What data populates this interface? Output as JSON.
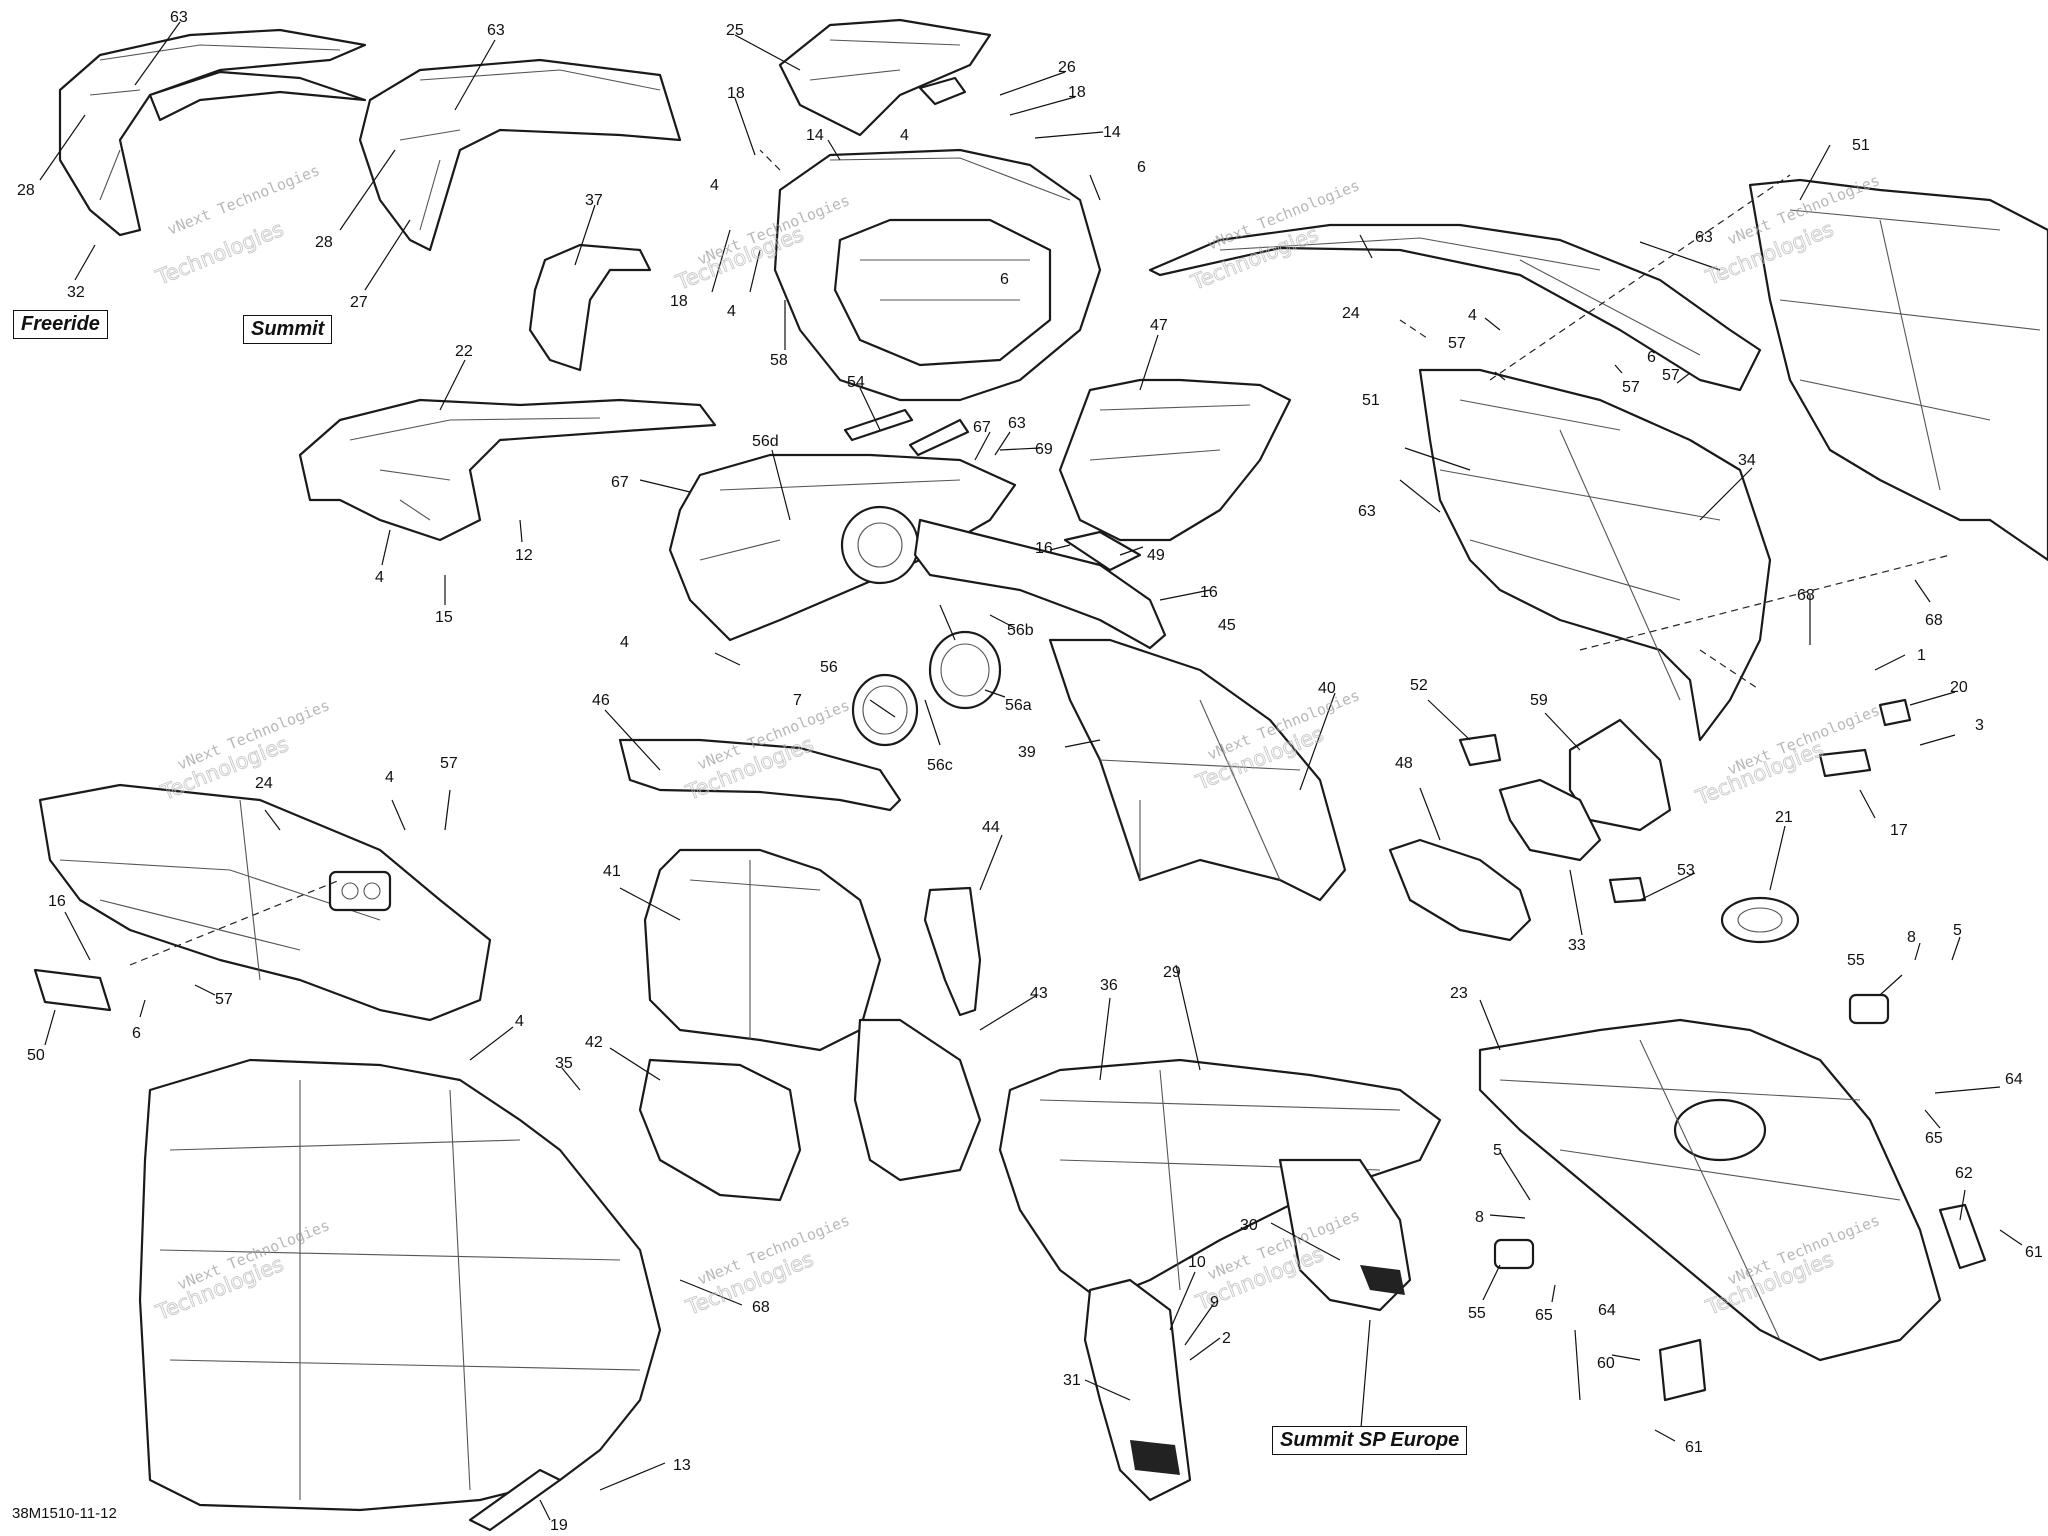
{
  "variant_tags": {
    "freeride": "Freeride",
    "summit": "Summit",
    "summit_sp_europe": "Summit SP Europe"
  },
  "drawing_code": "38M1510-11-12",
  "watermark": {
    "line1": "vNext Technologies",
    "line2": "Technologies"
  },
  "callouts": {
    "c1": "63",
    "c2": "63",
    "c3": "28",
    "c4": "28",
    "c5": "32",
    "c6": "27",
    "c7": "37",
    "c8": "22",
    "c9": "4",
    "c10": "15",
    "c11": "12",
    "c12": "25",
    "c13": "26",
    "c14": "18",
    "c15": "18",
    "c16": "14",
    "c17": "4",
    "c18": "14",
    "c19": "4",
    "c20": "6",
    "c21": "18",
    "c22": "4",
    "c23": "58",
    "c24": "6",
    "c25": "54",
    "c26": "67",
    "c27": "63",
    "c28": "69",
    "c29": "56d",
    "c30": "67",
    "c31": "16",
    "c32": "49",
    "c33": "16",
    "c34": "45",
    "c35": "56b",
    "c36": "4",
    "c37": "56",
    "c38": "7",
    "c39": "56a",
    "c40": "56c",
    "c41": "47",
    "c42": "24",
    "c43": "4",
    "c44": "57",
    "c45": "57",
    "c46": "6",
    "c47": "57",
    "c48": "51",
    "c49": "63",
    "c50": "51",
    "c51": "63",
    "c52": "34",
    "c53": "68",
    "c54": "68",
    "c55": "1",
    "c56": "20",
    "c57": "3",
    "c58": "17",
    "c59": "46",
    "c60": "39",
    "c61": "40",
    "c62": "52",
    "c63": "59",
    "c64": "48",
    "c65": "33",
    "c66": "53",
    "c67": "21",
    "c68": "24",
    "c69": "4",
    "c70": "57",
    "c71": "16",
    "c72": "6",
    "c73": "57",
    "c74": "50",
    "c75": "41",
    "c76": "44",
    "c77": "42",
    "c78": "43",
    "c79": "4",
    "c80": "35",
    "c81": "68",
    "c82": "13",
    "c83": "19",
    "c84": "36",
    "c85": "29",
    "c86": "30",
    "c87": "31",
    "c88": "10",
    "c89": "9",
    "c90": "2",
    "c91": "23",
    "c92": "5",
    "c93": "8",
    "c94": "55",
    "c95": "64",
    "c96": "65",
    "c97": "60",
    "c98": "61",
    "c99": "55",
    "c100": "8",
    "c101": "5",
    "c102": "64",
    "c103": "65",
    "c104": "62",
    "c105": "61"
  }
}
